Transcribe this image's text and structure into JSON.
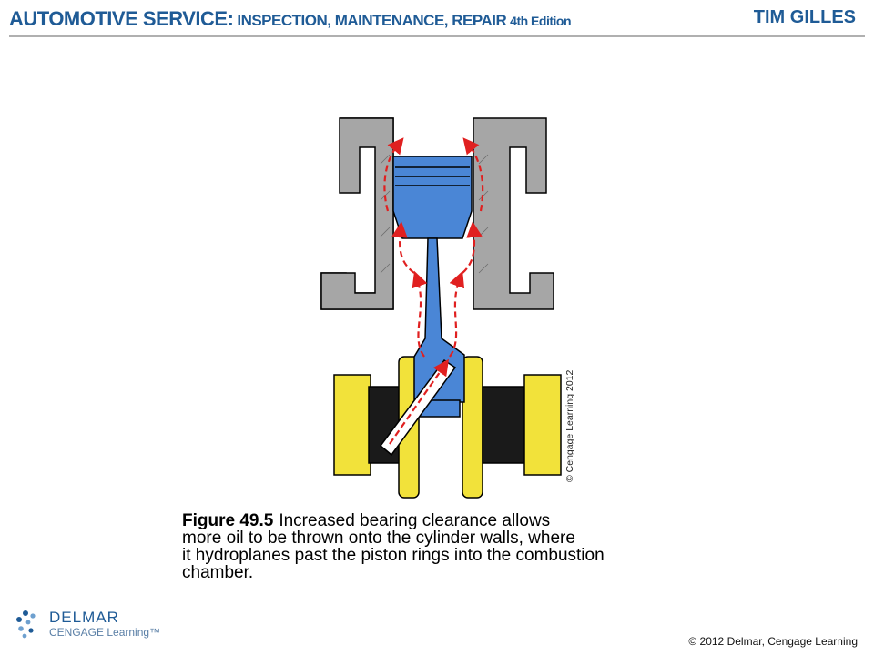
{
  "header": {
    "title_main": "AUTOMOTIVE SERVICE:",
    "title_sub": "INSPECTION, MAINTENANCE, REPAIR",
    "edition": "4th Edition",
    "author": "TIM GILLES"
  },
  "figure": {
    "number": "Figure 49.5",
    "caption_lines": [
      "Increased bearing clearance allows",
      "more oil to be thrown onto the cylinder walls, where",
      "it hydroplanes past the piston rings into the combustion",
      "chamber."
    ],
    "image_copyright": "© Cengage Learning 2012",
    "colors": {
      "cylinder": "#a6a6a6",
      "piston": "#4a86d6",
      "crank": "#f2e23a",
      "oil_arrows": "#e02020"
    }
  },
  "footer": {
    "logo_name": "DELMAR",
    "logo_sub": "CENGAGE Learning™",
    "copyright": "© 2012 Delmar, Cengage Learning"
  }
}
